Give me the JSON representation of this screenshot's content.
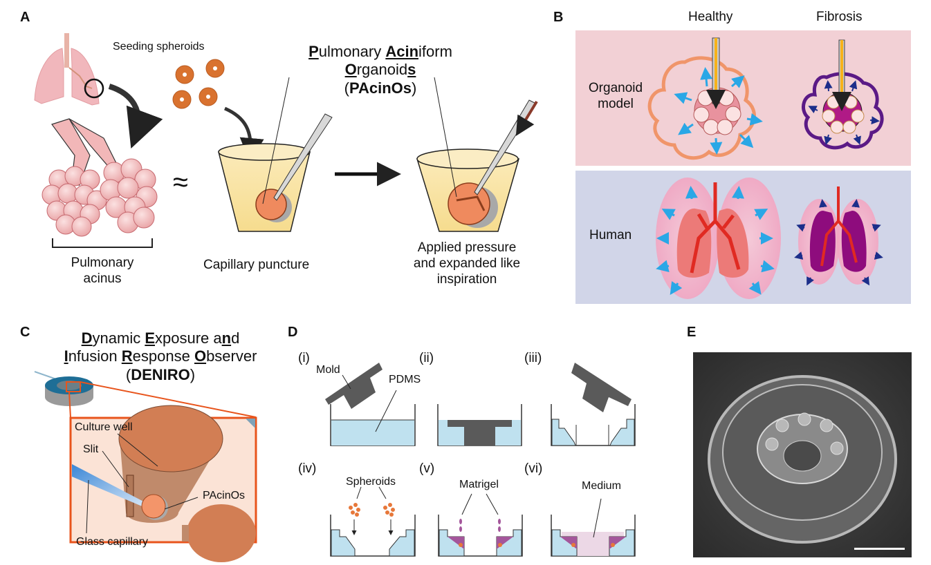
{
  "panels": {
    "A": {
      "letter": "A",
      "seeding_label": "Seeding spheroids",
      "title": {
        "line1": [
          {
            "t": "P",
            "k": true
          },
          {
            "t": "ulmonary ",
            "k": false
          },
          {
            "t": "Acin",
            "k": true
          },
          {
            "t": "iform",
            "k": false
          }
        ],
        "line2": [
          {
            "t": "O",
            "k": true
          },
          {
            "t": "rganoid",
            "k": false
          },
          {
            "t": "s",
            "k": true
          }
        ],
        "line3_open": "(",
        "line3_bold": "PAcinOs",
        "line3_close": ")"
      },
      "approx_symbol": "≈",
      "acinus_label_line1": "Pulmonary",
      "acinus_label_line2": "acinus",
      "capillary_label": "Capillary puncture",
      "pressure_line1": "Applied pressure",
      "pressure_line2": "and expanded like",
      "pressure_line3": "inspiration"
    },
    "B": {
      "letter": "B",
      "col_healthy": "Healthy",
      "col_fibrosis": "Fibrosis",
      "row_organoid_line1": "Organoid",
      "row_organoid_line2": "model",
      "row_human": "Human",
      "colors": {
        "organoid_bg": "#f2d0d5",
        "human_bg": "#d1d5e8",
        "healthy_outline": "#f0956a",
        "fibrosis_outline": "#5b1a86",
        "arrow_healthy": "#2aa7e6",
        "arrow_fibrosis": "#1c2e8a",
        "inflow_arrow": "#f7b21a",
        "lung_healthy": "#ec7a78",
        "lung_fibrosis": "#8e0c7d",
        "airway": "#e02a22"
      }
    },
    "C": {
      "letter": "C",
      "title": {
        "line1": [
          {
            "t": "D",
            "k": true
          },
          {
            "t": "ynamic ",
            "k": false
          },
          {
            "t": "E",
            "k": true
          },
          {
            "t": "xposure a",
            "k": false
          },
          {
            "t": "n",
            "k": true
          },
          {
            "t": "d",
            "k": false
          }
        ],
        "line2": [
          {
            "t": "I",
            "k": true
          },
          {
            "t": "nfusion ",
            "k": false
          },
          {
            "t": "R",
            "k": true
          },
          {
            "t": "esponse ",
            "k": false
          },
          {
            "t": "O",
            "k": true
          },
          {
            "t": "bserver",
            "k": false
          }
        ],
        "line3_open": "(",
        "line3_bold": "DENIRO",
        "line3_close": ")"
      },
      "labels": {
        "culture_well": "Culture well",
        "slit": "Slit",
        "pacinos": "PAcinOs",
        "glass_capillary": "Glass capillary"
      },
      "colors": {
        "frame": "#e8541c",
        "inset_bg": "#fbe3d6",
        "well": "#d27e54"
      }
    },
    "D": {
      "letter": "D",
      "steps": [
        {
          "id": "(i)",
          "labels": [
            "Mold",
            "PDMS"
          ]
        },
        {
          "id": "(ii)",
          "labels": []
        },
        {
          "id": "(iii)",
          "labels": []
        },
        {
          "id": "(iv)",
          "labels": [
            "Spheroids"
          ]
        },
        {
          "id": "(v)",
          "labels": [
            "Matrigel"
          ]
        },
        {
          "id": "(vi)",
          "labels": [
            "Medium"
          ]
        }
      ],
      "colors": {
        "pdms": "#bfe1ef",
        "mold": "#5a5a5a",
        "matrigel": "#a4569b",
        "medium": "#ecd8e6",
        "spheroid": "#e7783a"
      }
    },
    "E": {
      "letter": "E",
      "photo_description": "transparent-dish-photo",
      "scale_bar": true
    }
  }
}
